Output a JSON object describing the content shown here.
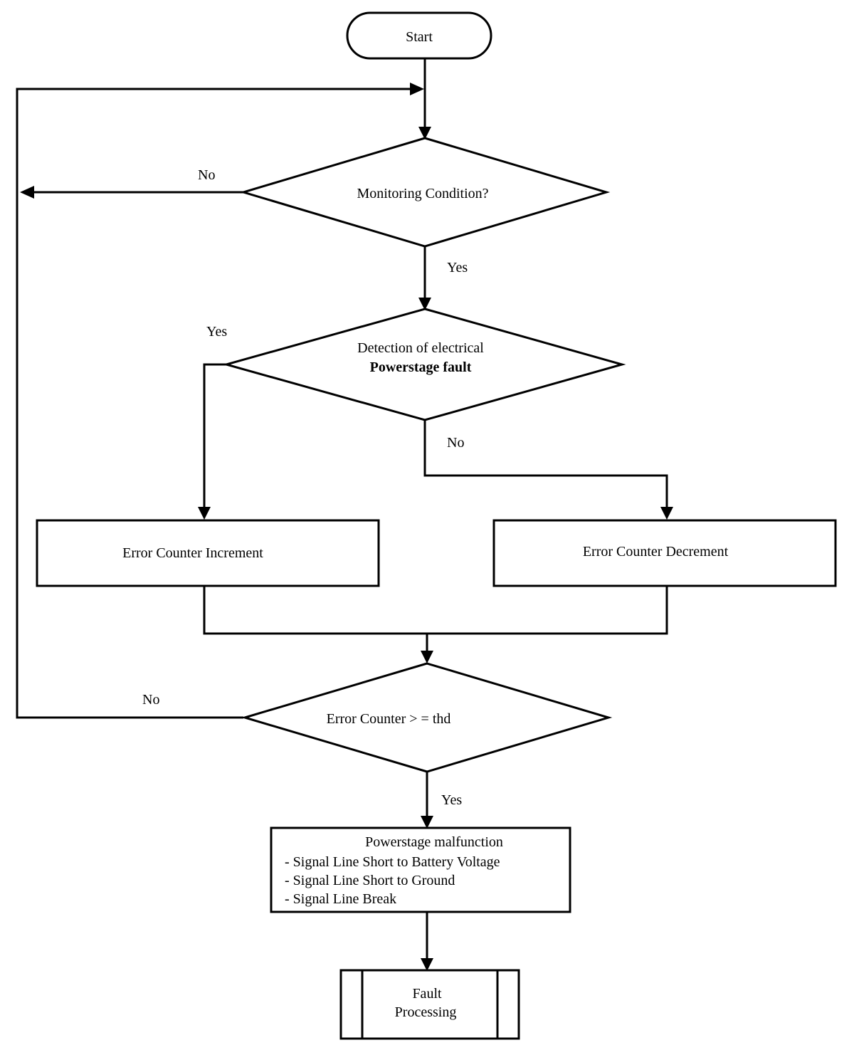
{
  "flowchart": {
    "start": "Start",
    "monitoring": {
      "question": "Monitoring Condition?",
      "no_label": "No",
      "yes_label": "Yes"
    },
    "detection": {
      "line1": "Detection of electrical",
      "line2": "Powerstage fault",
      "yes_label": "Yes",
      "no_label": "No"
    },
    "increment": "Error Counter Increment",
    "decrement": "Error Counter Decrement",
    "threshold": {
      "question": "Error Counter > = thd",
      "no_label": "No",
      "yes_label": "Yes"
    },
    "malfunction": {
      "title": "Powerstage malfunction",
      "items": [
        "- Signal Line Short to Battery Voltage",
        "- Signal Line Short to Ground",
        "- Signal Line Break"
      ]
    },
    "fault_processing": {
      "line1": "Fault",
      "line2": "Processing"
    }
  }
}
